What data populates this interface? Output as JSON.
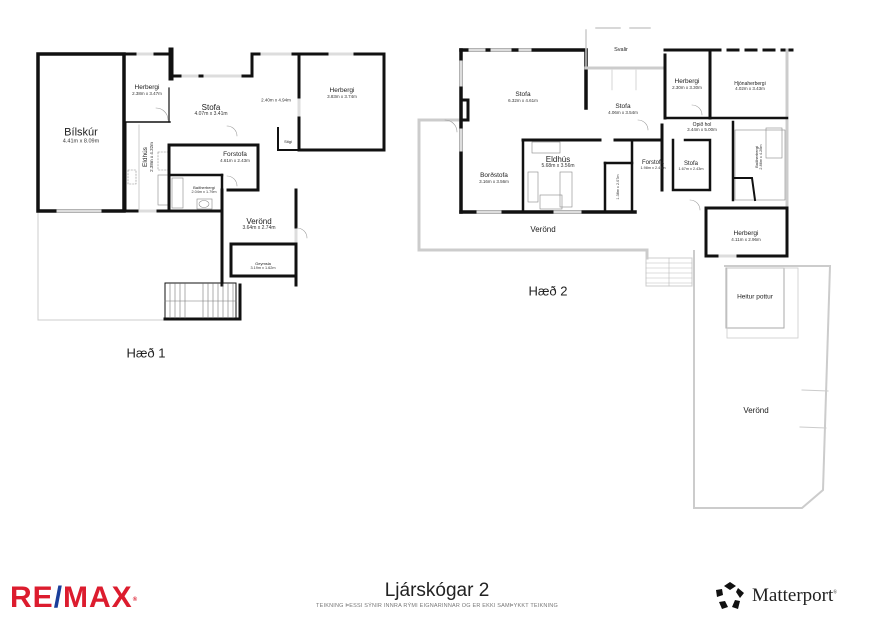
{
  "floors": [
    {
      "name": "Hæð 1",
      "rooms": [
        {
          "name": "Bílskúr",
          "dims": "4.41m x 8.09m"
        },
        {
          "name": "Herbergi",
          "dims": "2.38m x 3.47m"
        },
        {
          "name": "Stofa",
          "dims": "4.07m x 3.41m"
        },
        {
          "name": "",
          "dims": "2.40m x 4.94m"
        },
        {
          "name": "Herbergi",
          "dims": "3.83m x 3.74m"
        },
        {
          "name": "Eldhús",
          "dims": "2.38m x 4.32m"
        },
        {
          "name": "Forstofa",
          "dims": "4.61m x 2.43m"
        },
        {
          "name": "Baðherbergi",
          "dims": "2.04m x 1.79m"
        },
        {
          "name": "Stigi",
          "dims": ""
        },
        {
          "name": "Verönd",
          "dims": "3.64m x 2.74m"
        },
        {
          "name": "Geymsla",
          "dims": "3.19m x 1.62m"
        }
      ]
    },
    {
      "name": "Hæð 2",
      "rooms": [
        {
          "name": "Svalir",
          "dims": ""
        },
        {
          "name": "Stofa",
          "dims": "6.32m x 4.61m"
        },
        {
          "name": "Stofa",
          "dims": "4.06m x 3.54m"
        },
        {
          "name": "Herbergi",
          "dims": "2.30m x 3.30m"
        },
        {
          "name": "Hjónaherbergi",
          "dims": "4.02m x 3.43m"
        },
        {
          "name": "Opið hol",
          "dims": "3.44m x 5.00m"
        },
        {
          "name": "Eldhús",
          "dims": "5.68m x 3.56m"
        },
        {
          "name": "Borðstofa",
          "dims": "3.16m x 3.56m"
        },
        {
          "name": "",
          "dims": "1.38m x 2.07m"
        },
        {
          "name": "Forstofa",
          "dims": "1.98m x 2.43m"
        },
        {
          "name": "Stofa",
          "dims": "1.67m x 2.43m"
        },
        {
          "name": "Baðherbergi",
          "dims": "2.86m x 4.26m"
        },
        {
          "name": "Herbergi",
          "dims": "4.11m x 2.96m"
        },
        {
          "name": "Verönd",
          "dims": ""
        },
        {
          "name": "Heitur pottur",
          "dims": ""
        },
        {
          "name": "Verönd",
          "dims": ""
        }
      ]
    }
  ],
  "footer": {
    "brand_left": {
      "part1": "RE",
      "slash": "/",
      "part2": "MAX",
      "reg": "®"
    },
    "title": "Ljárskógar 2",
    "disclaimer": "TEIKNING ÞESSI SÝNIR INNRA RÝMI EIGNARINNAR OG ER EKKI SAMÞYKKT TEIKNING",
    "brand_right": {
      "name": "Matterport",
      "reg": "®"
    }
  },
  "colors": {
    "remax_red": "#dc1c2e",
    "remax_blue": "#1a3e9a",
    "wall": "#111111",
    "deck_outline": "#cccccc"
  }
}
